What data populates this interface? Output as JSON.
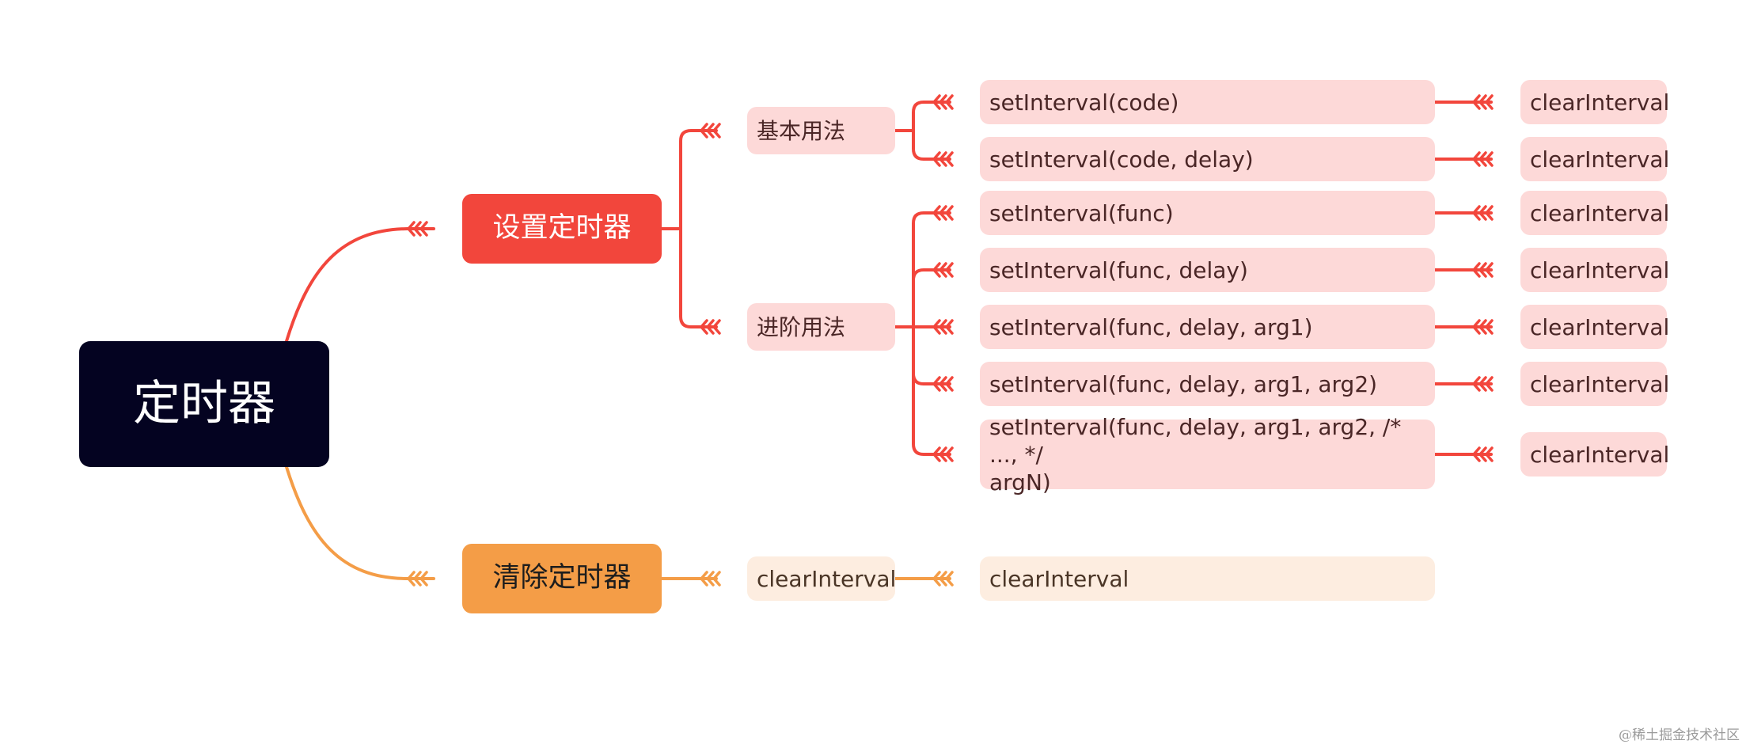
{
  "root": {
    "label": "定时器"
  },
  "branches": [
    {
      "label": "设置定时器",
      "color": "#f2463c",
      "children": [
        {
          "label": "基本用法",
          "items": [
            {
              "label": "setInterval(code)",
              "clear": "clearInterval"
            },
            {
              "label": "setInterval(code, delay)",
              "clear": "clearInterval"
            }
          ]
        },
        {
          "label": "进阶用法",
          "items": [
            {
              "label": "setInterval(func)",
              "clear": "clearInterval"
            },
            {
              "label": "setInterval(func, delay)",
              "clear": "clearInterval"
            },
            {
              "label": "setInterval(func, delay, arg1)",
              "clear": "clearInterval"
            },
            {
              "label": "setInterval(func, delay, arg1, arg2)",
              "clear": "clearInterval"
            },
            {
              "label": "setInterval(func, delay, arg1, arg2, /* ..., */\nargN)",
              "clear": "clearInterval"
            }
          ]
        }
      ]
    },
    {
      "label": "清除定时器",
      "color": "#f49d47",
      "children": [
        {
          "label": "clearInterval",
          "items": [
            {
              "label": "clearInterval"
            }
          ]
        }
      ]
    }
  ],
  "watermark": "@稀土掘金技术社区"
}
